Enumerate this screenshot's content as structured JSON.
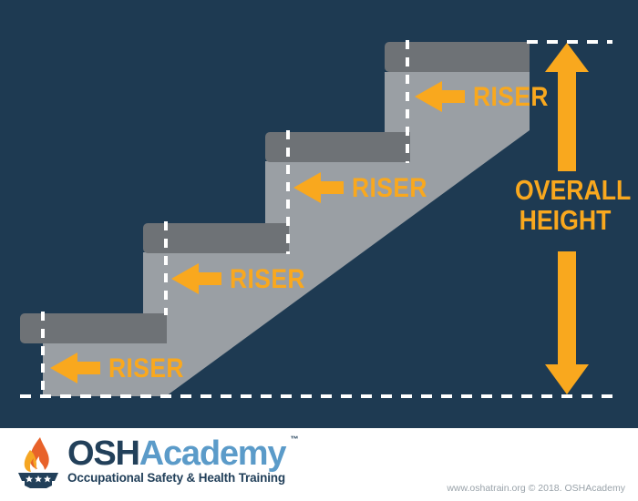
{
  "diagram": {
    "title": "Stairway riser and overall height diagram",
    "background_color": "#1E3A52",
    "stair_body_color": "#9A9FA4",
    "tread_color": "#6E7276",
    "accent_color": "#F9A81E",
    "dash_color": "#FFFFFF",
    "riser_labels": [
      {
        "text": "RISER",
        "step": 1
      },
      {
        "text": "RISER",
        "step": 2
      },
      {
        "text": "RISER",
        "step": 3
      },
      {
        "text": "RISER",
        "step": 4
      }
    ],
    "overall_height": {
      "line1": "OVERALL",
      "line2": "HEIGHT"
    }
  },
  "footer": {
    "logo": {
      "word_part1": "OSH",
      "word_part2": "Academy",
      "trademark": "™",
      "tagline": "Occupational Safety & Health Training"
    },
    "copyright": "www.oshatrain.org © 2018. OSHAcademy"
  }
}
